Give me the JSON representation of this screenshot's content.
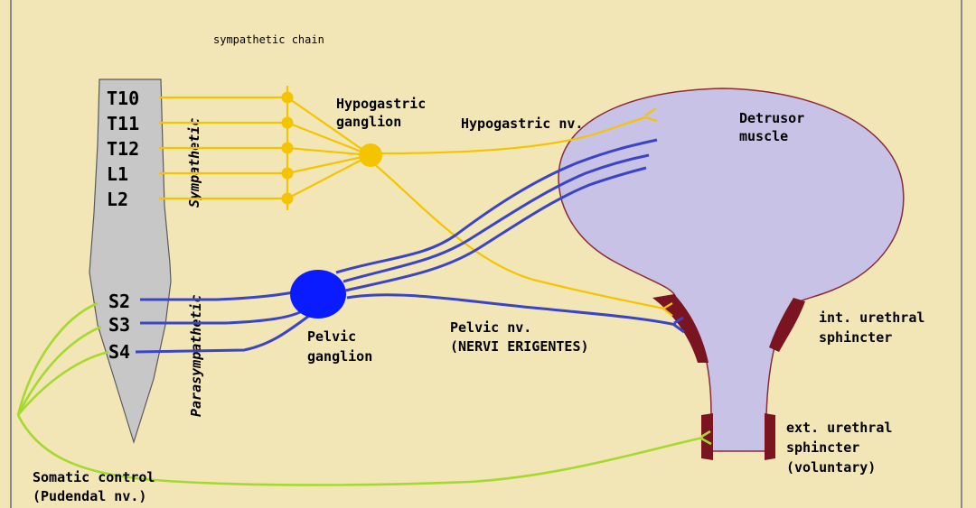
{
  "title": "sympathetic chain",
  "spinal_segments": [
    "T10",
    "T11",
    "T12",
    "L1",
    "L2",
    "S2",
    "S3",
    "S4"
  ],
  "vertical_labels": {
    "sympathetic": "Sympathetic",
    "parasympathetic": "Parasympathetic"
  },
  "labels": {
    "hypogastric_ganglion": [
      "Hypogastric",
      "ganglion"
    ],
    "hypogastric_nerve": "Hypogastric nv.",
    "detrusor_muscle": [
      "Detrusor",
      "muscle"
    ],
    "int_urethral_sphincter": [
      "int. urethral",
      "sphincter"
    ],
    "pelvic_nerve": [
      "Pelvic nv.",
      "(NERVI ERIGENTES)"
    ],
    "pelvic_ganglion": [
      "Pelvic",
      "ganglion"
    ],
    "ext_urethral_sphincter": [
      "ext. urethral",
      "sphincter",
      "(voluntary)"
    ],
    "somatic_control": [
      "Somatic control",
      "(Pudendal nv.)"
    ]
  },
  "colors": {
    "background": "#f2e6b6",
    "frame": "#8a8a8a",
    "spinal_cord": "#c7c7c7",
    "sympathetic_nerve": "#f5c400",
    "parasympathetic_nerve": "#3b44c4",
    "pelvic_ganglion": "#0a1cff",
    "somatic_nerve": "#a6d930",
    "bladder": "#c8c3e6",
    "bladder_outline": "#8a2a3a",
    "sphincter": "#7a1420"
  }
}
